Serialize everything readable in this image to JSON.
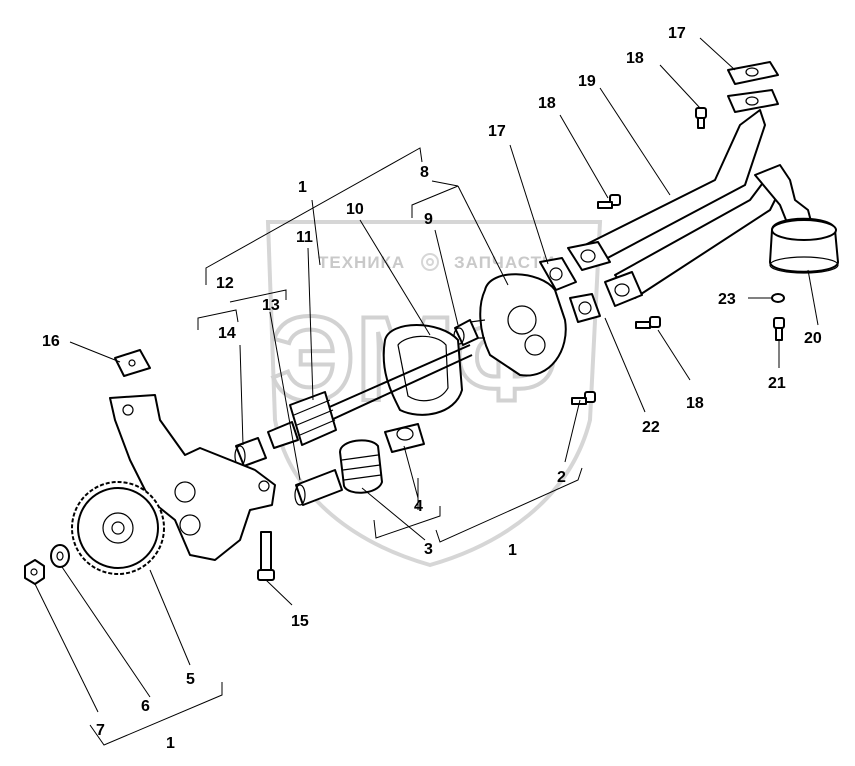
{
  "watermark": {
    "left_text": "ТЕХНИКА",
    "right_text": "ЗАПЧАСТИ",
    "logo_text": "ЭМФ"
  },
  "callouts": {
    "p1_top": "1",
    "p1_bottom_right": "1",
    "p1_bottom_left": "1",
    "p2": "2",
    "p3": "3",
    "p4": "4",
    "p5": "5",
    "p6": "6",
    "p7": "7",
    "p8": "8",
    "p9": "9",
    "p10": "10",
    "p11": "11",
    "p12": "12",
    "p13": "13",
    "p14": "14",
    "p15": "15",
    "p16": "16",
    "p17_mid": "17",
    "p17_top": "17",
    "p18_mid": "18",
    "p18_top": "18",
    "p18_right": "18",
    "p19": "19",
    "p20": "20",
    "p21": "21",
    "p22": "22",
    "p23": "23"
  }
}
